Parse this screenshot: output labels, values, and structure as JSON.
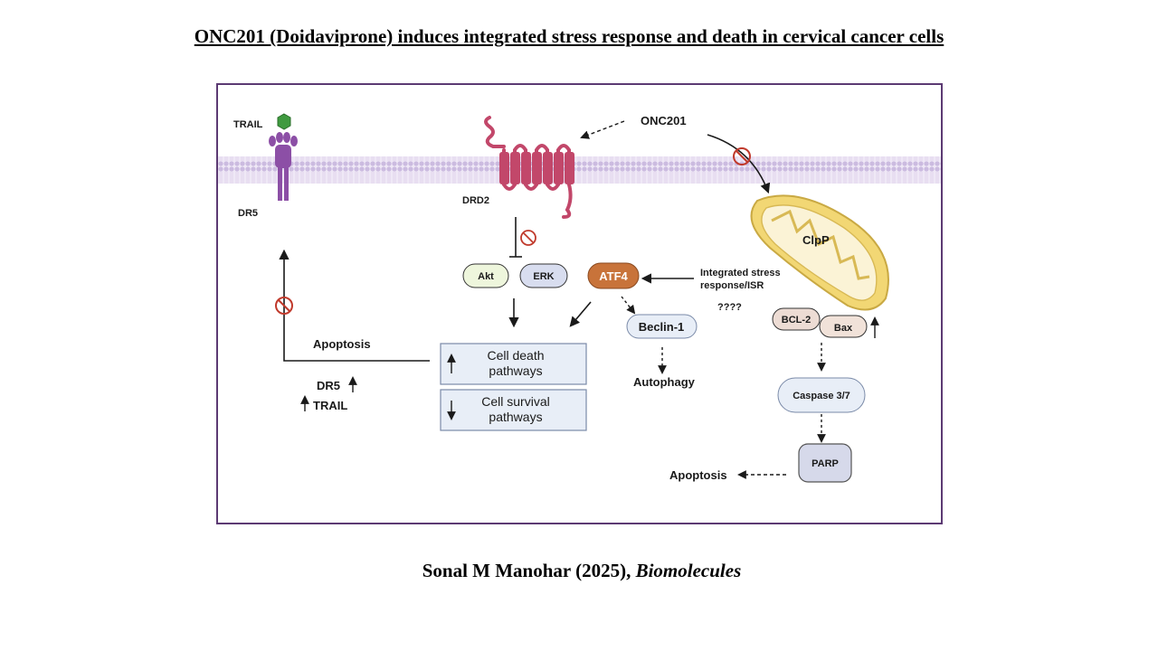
{
  "title": "ONC201 (Doidaviprone) induces integrated stress response and death in cervical cancer cells",
  "citation": {
    "authors": "Sonal M Manohar (2025),",
    "journal": "Biomolecules"
  },
  "labels": {
    "trail_top": "TRAIL",
    "dr5_receptor": "DR5",
    "drd2": "DRD2",
    "onc201": "ONC201",
    "clpp": "ClpP",
    "akt": "Akt",
    "erk": "ERK",
    "atf4": "ATF4",
    "isr_line1": "Integrated stress",
    "isr_line2": "response/ISR",
    "unknown": "????",
    "bcl2": "BCL-2",
    "bax": "Bax",
    "beclin": "Beclin-1",
    "autophagy": "Autophagy",
    "caspase": "Caspase 3/7",
    "parp": "PARP",
    "apoptosis_left": "Apoptosis",
    "apoptosis_right": "Apoptosis",
    "dr5_up": "DR5",
    "trail_up": "TRAIL",
    "cell_death_1": "Cell death",
    "cell_death_2": "pathways",
    "cell_survival_1": "Cell survival",
    "cell_survival_2": "pathways"
  },
  "colors": {
    "border": "#5c3a73",
    "membrane": "#d9cce8",
    "drd2": "#c2476a",
    "trail": "#3f9a3f",
    "dr5": "#8c4fa6",
    "mito_outer": "#f2d774",
    "atf4": "#c8733a",
    "akt": "#eef6dc",
    "erk": "#d8ddef",
    "box": "#e8eef7",
    "inhibit": "#c0392b"
  }
}
